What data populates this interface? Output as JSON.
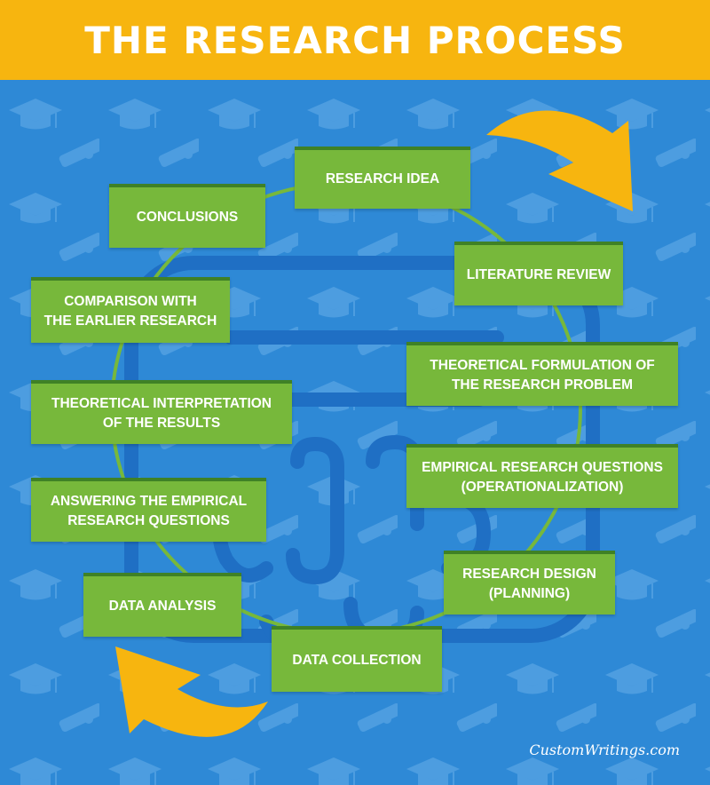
{
  "title": "THE RESEARCH PROCESS",
  "steps": [
    "RESEARCH IDEA",
    "LITERATURE REVIEW",
    "THEORETICAL FORMULATION OF\nTHE RESEARCH PROBLEM",
    "EMPIRICAL RESEARCH QUESTIONS\n(OPERATIONALIZATION)",
    "RESEARCH DESIGN\n(PLANNING)",
    "DATA COLLECTION",
    "DATA  ANALYSIS",
    "ANSWERING THE EMPIRICAL\nRESEARCH QUESTIONS",
    "THEORETICAL INTERPRETATION\nOF THE RESULTS",
    "COMPARISON WITH\nTHE EARLIER RESEARCH",
    "CONCLUSIONS"
  ],
  "watermark": "CustomWritings.com",
  "colors": {
    "header": "#f7b50f",
    "background": "#2e89d6",
    "box": "#77b83b",
    "box_border": "#3f8126",
    "arrow": "#f7b50f",
    "cycle_line": "#77b83b"
  },
  "icons": [
    "graduation-cap-icon",
    "diploma-scroll-icon",
    "brain-icon",
    "cycle-arrow-icon"
  ]
}
